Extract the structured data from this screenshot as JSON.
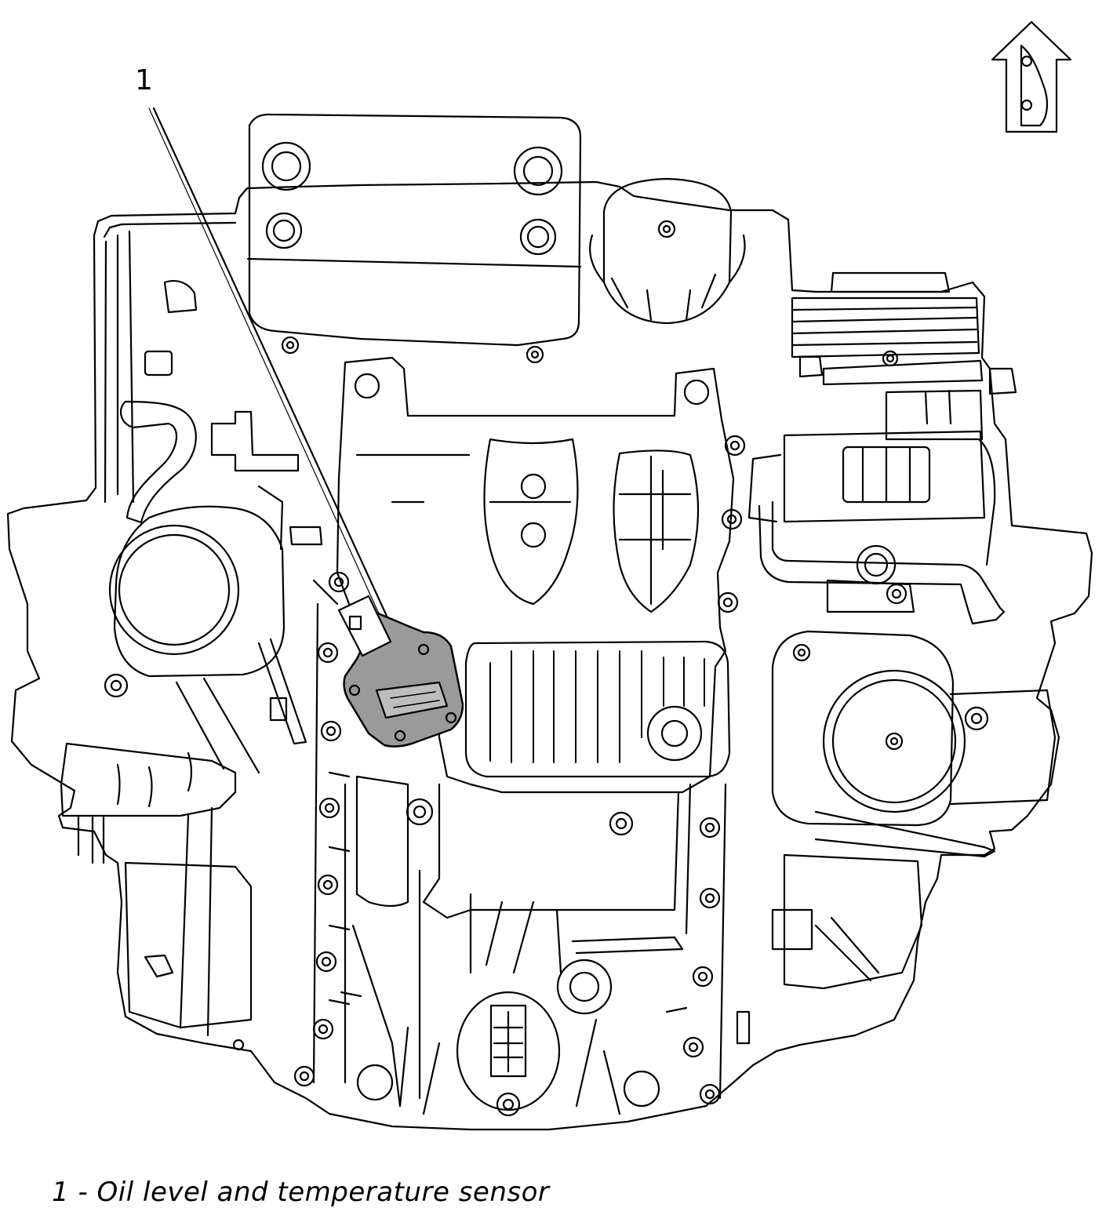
{
  "callout": {
    "number": "1"
  },
  "legend": [
    {
      "number": "1",
      "separator": " - ",
      "text": "Oil level and temperature sensor"
    }
  ],
  "icons": {
    "orientation": "vehicle-front-arrow-icon"
  },
  "colors": {
    "line": "#000000",
    "highlight": "#9a9a9a",
    "background": "#ffffff"
  }
}
